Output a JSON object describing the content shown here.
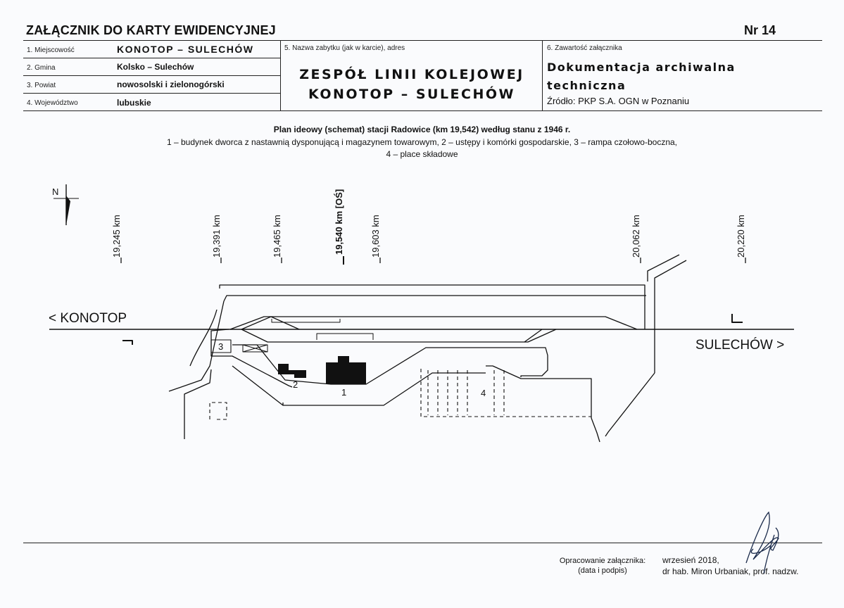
{
  "header": {
    "title": "ZAŁĄCZNIK DO KARTY EWIDENCYJNEJ",
    "number": "Nr 14"
  },
  "fields": {
    "locality": {
      "label": "1. Miejscowość",
      "value": "KONOTOP – SULECHÓW"
    },
    "commune": {
      "label": "2. Gmina",
      "value": "Kolsko – Sulechów"
    },
    "district": {
      "label": "3. Powiat",
      "value": "nowosolski i zielonogórski"
    },
    "voivodeship": {
      "label": "4. Województwo",
      "value": "lubuskie"
    },
    "monument": {
      "label": "5. Nazwa zabytku (jak w karcie), adres",
      "line1": "ZESPÓŁ LINII KOLEJOWEJ",
      "line2": "KONOTOP – SULECHÓW"
    },
    "content": {
      "label": "6. Zawartość załącznika",
      "line1": "Dokumentacja archiwalna",
      "line2": "techniczna",
      "source": "Źródło: PKP S.A. OGN w Poznaniu"
    }
  },
  "plan": {
    "title": "Plan ideowy (schemat) stacji Radowice (km 19,542) według stanu z 1946 r.",
    "legend_line1": "1 – budynek dworca z nastawnią dysponującą i magazynem towarowym, 2 – ustępy i komórki gospodarskie, 3 – rampa czołowo-boczna,",
    "legend_line2": "4 – place składowe",
    "north": "N",
    "km_markers": [
      {
        "text": "19,245 km",
        "bold": false
      },
      {
        "text": "19,391 km",
        "bold": false
      },
      {
        "text": "19,465 km",
        "bold": false
      },
      {
        "text": "19,540 km [OŚ]",
        "bold": true
      },
      {
        "text": "19,603 km",
        "bold": false
      },
      {
        "text": "20,062 km",
        "bold": false
      },
      {
        "text": "20,220 km",
        "bold": false
      }
    ],
    "direction_left": "< KONOTOP",
    "direction_right": "SULECHÓW >",
    "labels": {
      "one": "1",
      "two": "2",
      "three": "3",
      "four": "4"
    }
  },
  "footer": {
    "prepared_label": "Opracowanie załącznika:",
    "prepared_sub": "(data i podpis)",
    "date": "wrzesień 2018,",
    "author": "dr hab. Miron Urbaniak, prof. nadzw."
  },
  "colors": {
    "ink": "#111111",
    "paper": "#fafbfd"
  }
}
